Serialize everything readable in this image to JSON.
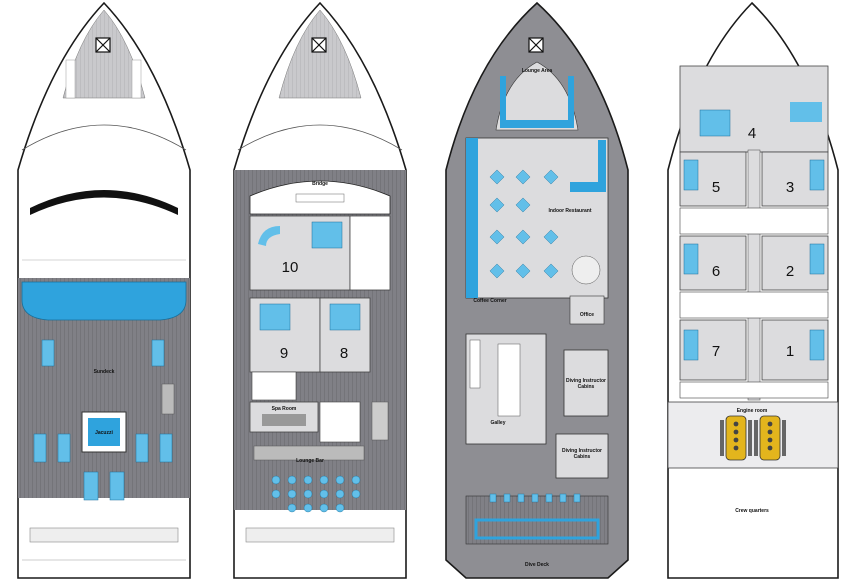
{
  "decks": [
    {
      "name": "sun-deck",
      "labels": {
        "sundeck": "Sundeck",
        "jacuzzi": "Jacuzzi"
      }
    },
    {
      "name": "upper-deck",
      "labels": {
        "bridge": "Bridge",
        "spa": "Spa Room",
        "lounge_bar": "Lounge Bar"
      },
      "cabins": [
        "10",
        "9",
        "8"
      ]
    },
    {
      "name": "main-deck",
      "labels": {
        "lounge_area": "Lounge Area",
        "indoor_restaurant": "Indoor Restaurant",
        "coffee_corner": "Coffee Corner",
        "office": "Office",
        "galley": "Galley",
        "diving_instructor_1": "Diving Instructor Cabins",
        "diving_instructor_2": "Diving Instructor Cabins",
        "dive_deck": "Dive Deck"
      }
    },
    {
      "name": "lower-deck",
      "labels": {
        "engine_room": "Engine room",
        "crew_quarters": "Crew quarters"
      },
      "cabins": [
        "4",
        "5",
        "3",
        "6",
        "2",
        "7",
        "1"
      ]
    }
  ],
  "colors": {
    "floor": "#8e8e93",
    "deck_wood": "#7d7d82",
    "interior": "#dcdcde",
    "water_blue": "#2fa3dd",
    "furniture_blue": "#62bfe9",
    "hull_line": "#1a1a1a",
    "engine_yellow": "#e3b51d"
  }
}
